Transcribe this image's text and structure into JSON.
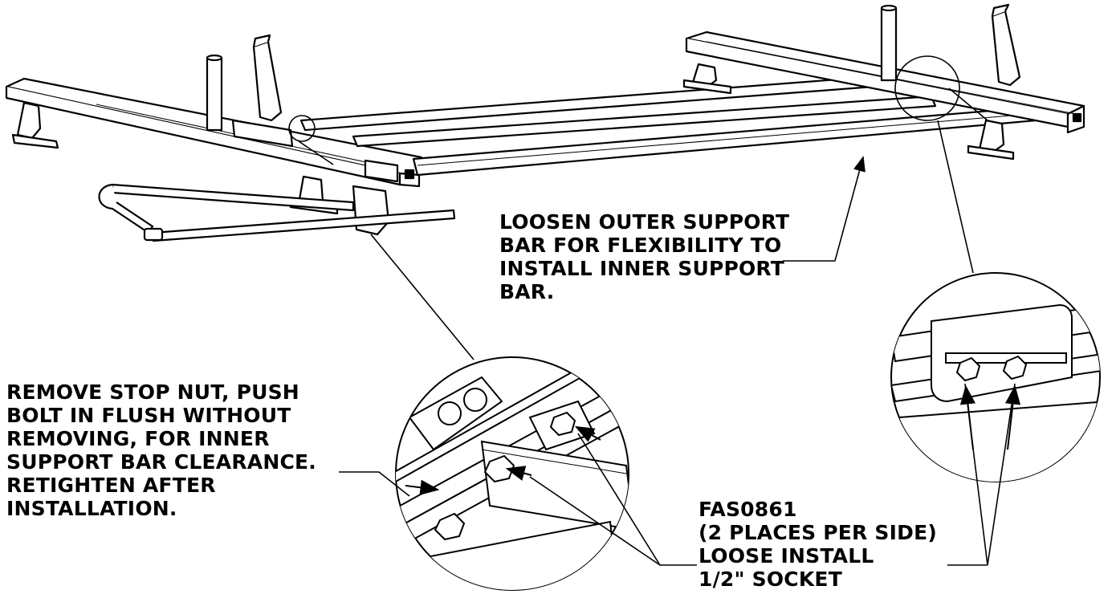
{
  "callouts": {
    "outer_support": [
      "LOOSEN OUTER SUPPORT",
      "BAR FOR FLEXIBILITY TO",
      "INSTALL INNER SUPPORT",
      "BAR."
    ],
    "stop_nut": [
      "REMOVE STOP NUT, PUSH",
      "BOLT IN FLUSH WITHOUT",
      "REMOVING, FOR INNER",
      "SUPPORT BAR CLEARANCE.",
      "RETIGHTEN AFTER",
      "INSTALLATION."
    ],
    "fastener": [
      "FAS0861",
      "(2 PLACES PER SIDE)",
      "LOOSE INSTALL",
      "1/2\" SOCKET"
    ]
  },
  "colors": {
    "ink": "#000000",
    "paper": "#ffffff",
    "shade": "#d9d9d9"
  }
}
